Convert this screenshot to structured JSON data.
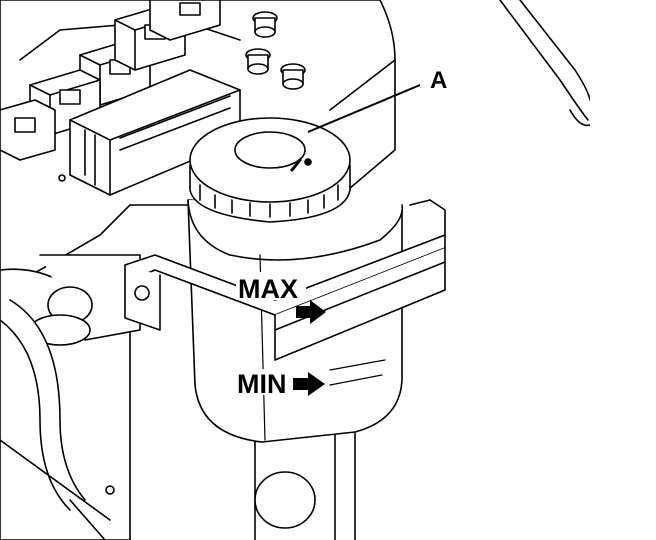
{
  "diagram": {
    "labels": {
      "callout": "A",
      "max": "MAX",
      "min": "MIN"
    },
    "colors": {
      "line": "#000000",
      "fill": "#ffffff"
    }
  }
}
